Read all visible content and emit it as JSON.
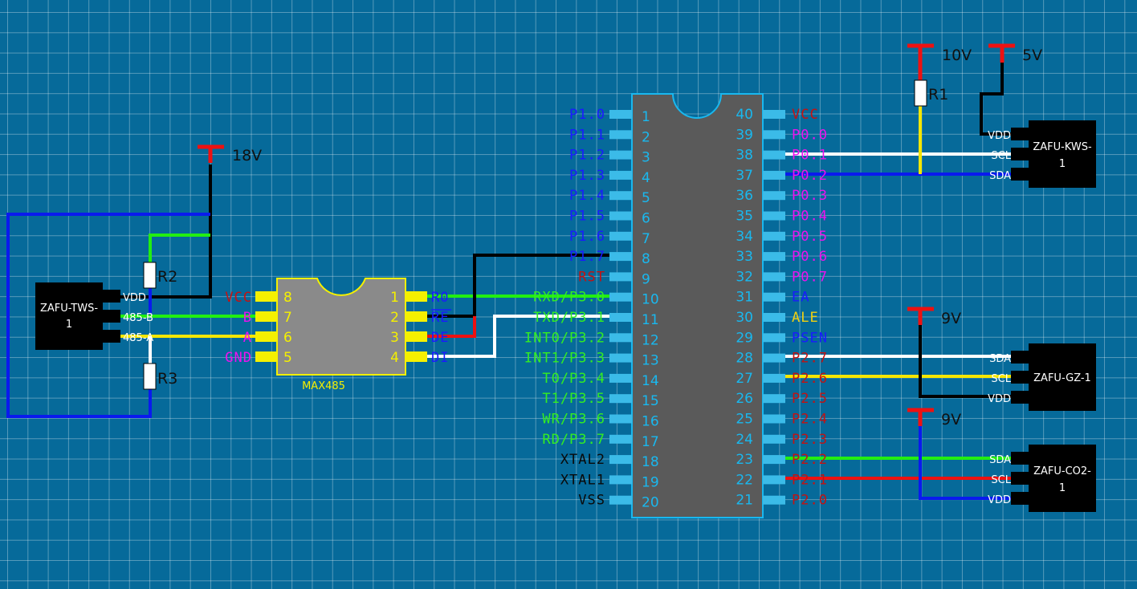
{
  "mcu": {
    "left_pins": [
      {
        "num": "1",
        "label": "P1.0",
        "color": "#1a1aff"
      },
      {
        "num": "2",
        "label": "P1.1",
        "color": "#1a1aff"
      },
      {
        "num": "3",
        "label": "P1.2",
        "color": "#1a1aff"
      },
      {
        "num": "4",
        "label": "P1.3",
        "color": "#1a1aff"
      },
      {
        "num": "5",
        "label": "P1.4",
        "color": "#1a1aff"
      },
      {
        "num": "6",
        "label": "P1.5",
        "color": "#1a1aff"
      },
      {
        "num": "7",
        "label": "P1.6",
        "color": "#1a1aff"
      },
      {
        "num": "8",
        "label": "P1.7",
        "color": "#1a1aff"
      },
      {
        "num": "9",
        "label": "RST",
        "color": "#c41212"
      },
      {
        "num": "10",
        "label": "RXD/P3.0",
        "color": "#33ee22"
      },
      {
        "num": "11",
        "label": "TXD/P3.1",
        "color": "#33ee22"
      },
      {
        "num": "12",
        "label": "INT0/P3.2",
        "color": "#33ee22"
      },
      {
        "num": "13",
        "label": "INT1/P3.3",
        "color": "#33ee22"
      },
      {
        "num": "14",
        "label": "T0/P3.4",
        "color": "#33ee22"
      },
      {
        "num": "15",
        "label": "T1/P3.5",
        "color": "#33ee22"
      },
      {
        "num": "16",
        "label": "WR/P3.6",
        "color": "#33ee22"
      },
      {
        "num": "17",
        "label": "RD/P3.7",
        "color": "#33ee22"
      },
      {
        "num": "18",
        "label": "XTAL2",
        "color": "#0a0a0a"
      },
      {
        "num": "19",
        "label": "XTAL1",
        "color": "#0a0a0a"
      },
      {
        "num": "20",
        "label": "VSS",
        "color": "#0a0a0a"
      }
    ],
    "right_pins": [
      {
        "num": "40",
        "label": "VCC",
        "color": "#c41212"
      },
      {
        "num": "39",
        "label": "P0.0",
        "color": "#ee11ee"
      },
      {
        "num": "38",
        "label": "P0.1",
        "color": "#ee11ee"
      },
      {
        "num": "37",
        "label": "P0.2",
        "color": "#ee11ee"
      },
      {
        "num": "36",
        "label": "P0.3",
        "color": "#ee11ee"
      },
      {
        "num": "35",
        "label": "P0.4",
        "color": "#ee11ee"
      },
      {
        "num": "34",
        "label": "P0.5",
        "color": "#ee11ee"
      },
      {
        "num": "33",
        "label": "P0.6",
        "color": "#ee11ee"
      },
      {
        "num": "32",
        "label": "P0.7",
        "color": "#ee11ee"
      },
      {
        "num": "31",
        "label": "EA",
        "color": "#1a1aff"
      },
      {
        "num": "30",
        "label": "ALE",
        "color": "#f0d010"
      },
      {
        "num": "29",
        "label": "PSEN",
        "color": "#1a1aff"
      },
      {
        "num": "28",
        "label": "P2.7",
        "color": "#c41212"
      },
      {
        "num": "27",
        "label": "P2.6",
        "color": "#c41212"
      },
      {
        "num": "26",
        "label": "P2.5",
        "color": "#c41212"
      },
      {
        "num": "25",
        "label": "P2.4",
        "color": "#c41212"
      },
      {
        "num": "24",
        "label": "P2.3",
        "color": "#c41212"
      },
      {
        "num": "23",
        "label": "P2.2",
        "color": "#c41212"
      },
      {
        "num": "22",
        "label": "P2.1",
        "color": "#c41212"
      },
      {
        "num": "21",
        "label": "P2.0",
        "color": "#c41212"
      }
    ]
  },
  "max485": {
    "name": "MAX485",
    "left_pins": [
      {
        "num": "8",
        "label": "VCC",
        "color": "#c41212"
      },
      {
        "num": "7",
        "label": "B",
        "color": "#ee11ee"
      },
      {
        "num": "6",
        "label": "A",
        "color": "#ee11ee"
      },
      {
        "num": "5",
        "label": "GND",
        "color": "#ee11ee"
      }
    ],
    "right_pins": [
      {
        "num": "1",
        "label": "R0",
        "color": "#1a1aff"
      },
      {
        "num": "2",
        "label": "RE",
        "color": "#1a1aff",
        "overline": true
      },
      {
        "num": "3",
        "label": "DE",
        "color": "#1a1aff"
      },
      {
        "num": "4",
        "label": "DI",
        "color": "#1a1aff"
      }
    ]
  },
  "modules": {
    "tws": {
      "name_line1": "ZAFU-TWS-",
      "name_line2": "1",
      "pins": [
        "VDD",
        "485-B",
        "485-A"
      ]
    },
    "kws": {
      "name_line1": "ZAFU-KWS-",
      "name_line2": "1",
      "pins": [
        "VDD",
        "SCL",
        "SDA"
      ]
    },
    "gz": {
      "name_line1": "ZAFU-GZ-1",
      "name_line2": "",
      "pins": [
        "SDA",
        "SCL",
        "VDD"
      ]
    },
    "co2": {
      "name_line1": "ZAFU-CO2-",
      "name_line2": "1",
      "pins": [
        "SDA",
        "SCL",
        "VDD"
      ]
    }
  },
  "power": {
    "v18": "18V",
    "v10": "10V",
    "v5": "5V",
    "v9a": "9V",
    "v9b": "9V"
  },
  "resistors": {
    "r1": "R1",
    "r2": "R2",
    "r3": "R3"
  },
  "colors": {
    "background": "#066a9a",
    "chip_body": "#5a5a5a",
    "chip_outline": "#19b8ef",
    "max485_body": "#8a8a8a",
    "max485_outline": "#f5f000",
    "pin_yellow": "#f5f000",
    "wire_black": "#000000",
    "wire_blue": "#0a1aee",
    "wire_green": "#22ee11",
    "wire_yellow": "#f5e600",
    "wire_white": "#ffffff",
    "wire_red": "#ee1111"
  }
}
